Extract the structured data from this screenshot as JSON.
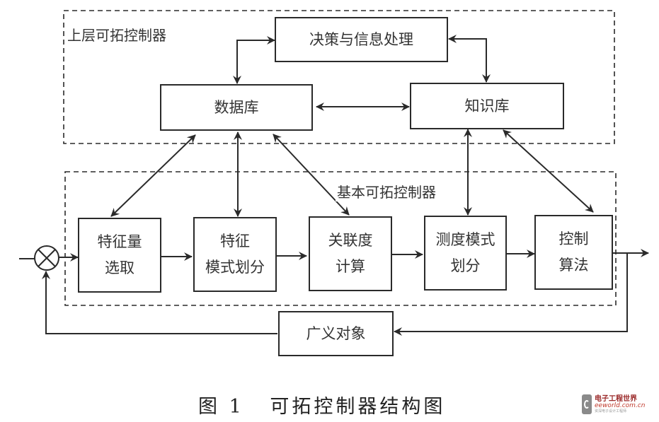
{
  "diagram": {
    "upper_region_label": "上层可拓控制器",
    "basic_region_label": "基本可拓控制器",
    "nodes": {
      "decision": "决策与信息处理",
      "database": "数据库",
      "knowledge": "知识库",
      "feature_select": [
        "特征量",
        "选取"
      ],
      "feature_pattern": [
        "特征",
        "模式划分"
      ],
      "correlation": [
        "关联度",
        "计算"
      ],
      "measure_pattern": [
        "测度模式",
        "划分"
      ],
      "control_algo": [
        "控制",
        "算法"
      ],
      "plant": "广义对象"
    },
    "summing_junction": "comparator-x-circle",
    "edges": [
      {
        "from": "decision",
        "to": "database",
        "type": "bidirectional"
      },
      {
        "from": "decision",
        "to": "knowledge",
        "type": "bidirectional"
      },
      {
        "from": "database",
        "to": "knowledge",
        "type": "bidirectional"
      },
      {
        "from": "database",
        "to": "feature_select",
        "type": "bidirectional"
      },
      {
        "from": "database",
        "to": "feature_pattern",
        "type": "bidirectional"
      },
      {
        "from": "database",
        "to": "correlation",
        "type": "bidirectional"
      },
      {
        "from": "knowledge",
        "to": "measure_pattern",
        "type": "bidirectional"
      },
      {
        "from": "knowledge",
        "to": "control_algo",
        "type": "bidirectional"
      },
      {
        "from": "input",
        "to": "summing_junction",
        "type": "line"
      },
      {
        "from": "summing_junction",
        "to": "feature_select",
        "type": "arrow"
      },
      {
        "from": "feature_select",
        "to": "feature_pattern",
        "type": "arrow"
      },
      {
        "from": "feature_pattern",
        "to": "correlation",
        "type": "arrow"
      },
      {
        "from": "correlation",
        "to": "measure_pattern",
        "type": "arrow"
      },
      {
        "from": "measure_pattern",
        "to": "control_algo",
        "type": "arrow"
      },
      {
        "from": "control_algo",
        "to": "output",
        "type": "arrow"
      },
      {
        "from": "output",
        "to": "plant",
        "type": "arrow"
      },
      {
        "from": "plant",
        "to": "summing_junction",
        "type": "arrow"
      }
    ]
  },
  "caption": {
    "figure_number": "图 1",
    "title": "可拓控制器结构图"
  },
  "watermark": {
    "cn": "电子工程世界",
    "en": "eeworld.com.cn",
    "sub": "资深电子设计工程师"
  }
}
